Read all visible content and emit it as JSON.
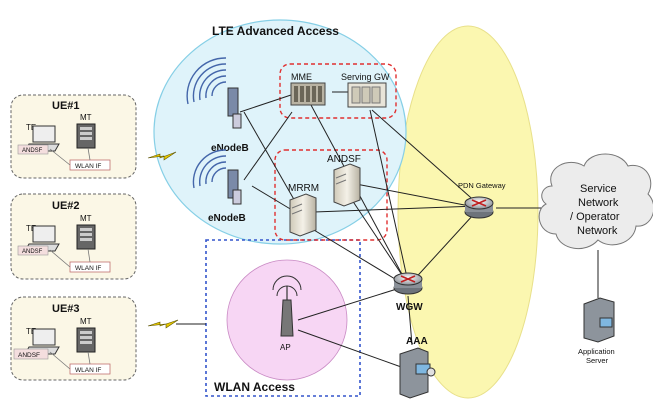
{
  "regions": {
    "lte": "LTE Advanced Access",
    "wlan": "WLAN Access",
    "service": [
      "Service",
      "Network",
      "/ Operator",
      "Network"
    ]
  },
  "ue": [
    {
      "title": "UE#1",
      "te": "TE",
      "mt": "MT",
      "andsf": "ANDSF",
      "wlan_if": "WLAN IF"
    },
    {
      "title": "UE#2",
      "te": "TE",
      "mt": "MT",
      "andsf": "ANDSF",
      "wlan_if": "WLAN IF"
    },
    {
      "title": "UE#3",
      "te": "TE",
      "mt": "MT",
      "andsf": "ANDSF",
      "wlan_if": "WLAN IF"
    }
  ],
  "nodes": {
    "enodeb_1": "eNodeB",
    "enodeb_2": "eNodeB",
    "mme": "MME",
    "serving_gw": "Serving GW",
    "andsf": "ANDSF",
    "mrrm": "MRRM",
    "pdn_gateway": "PDN Gateway",
    "wgw": "WGW",
    "ap": "AP",
    "aaa": "AAA",
    "app_server": [
      "Application",
      "Server"
    ]
  },
  "colors": {
    "lte_fill": "#dff3fa",
    "lte_stroke": "#86cfe6",
    "wlan_stroke": "#3355cc",
    "ap_fill": "#f7d6f4",
    "pdn_ellipse": "#fbf7b0",
    "red_dash": "#e03030",
    "ue_fill": "#fbf7e6",
    "link": "#222222"
  }
}
